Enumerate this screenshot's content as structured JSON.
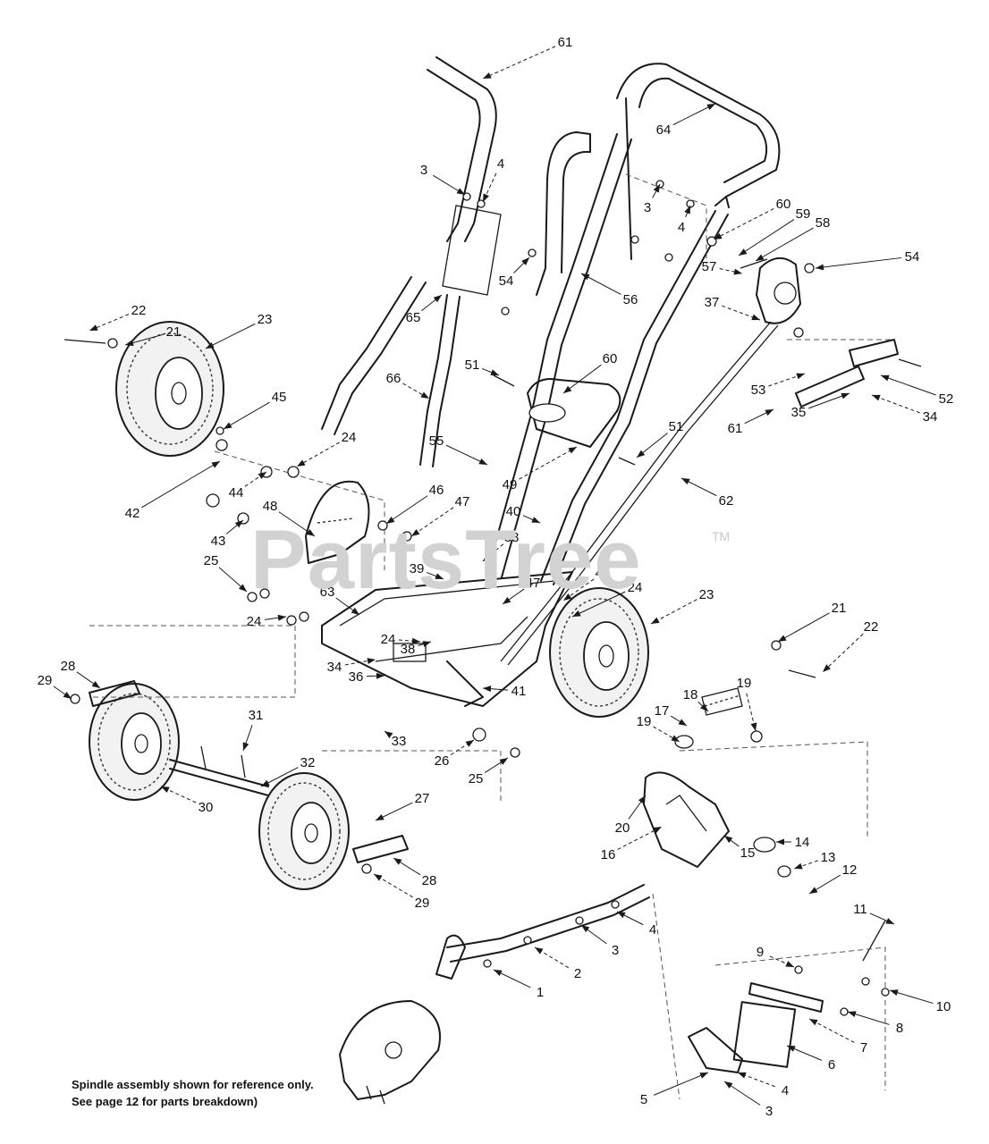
{
  "watermark": {
    "text": "PartsTree",
    "trademark": "TM"
  },
  "note": {
    "line1": "Spindle assembly shown for reference only.",
    "line2": "See page 12 for parts breakdown)"
  },
  "callouts": [
    {
      "id": "61a",
      "text": "61"
    },
    {
      "id": "64",
      "text": "64"
    },
    {
      "id": "3a",
      "text": "3"
    },
    {
      "id": "4a",
      "text": "4"
    },
    {
      "id": "3b",
      "text": "3"
    },
    {
      "id": "4b",
      "text": "4"
    },
    {
      "id": "60a",
      "text": "60"
    },
    {
      "id": "59",
      "text": "59"
    },
    {
      "id": "58",
      "text": "58"
    },
    {
      "id": "57",
      "text": "57"
    },
    {
      "id": "54a",
      "text": "54"
    },
    {
      "id": "54b",
      "text": "54"
    },
    {
      "id": "37",
      "text": "37"
    },
    {
      "id": "56",
      "text": "56"
    },
    {
      "id": "65",
      "text": "65"
    },
    {
      "id": "22a",
      "text": "22"
    },
    {
      "id": "21a",
      "text": "21"
    },
    {
      "id": "23a",
      "text": "23"
    },
    {
      "id": "66",
      "text": "66"
    },
    {
      "id": "51a",
      "text": "51"
    },
    {
      "id": "60b",
      "text": "60"
    },
    {
      "id": "53",
      "text": "53"
    },
    {
      "id": "52",
      "text": "52"
    },
    {
      "id": "35",
      "text": "35"
    },
    {
      "id": "34a",
      "text": "34"
    },
    {
      "id": "61b",
      "text": "61"
    },
    {
      "id": "45",
      "text": "45"
    },
    {
      "id": "24a",
      "text": "24"
    },
    {
      "id": "55",
      "text": "55"
    },
    {
      "id": "51b",
      "text": "51"
    },
    {
      "id": "49",
      "text": "49"
    },
    {
      "id": "62",
      "text": "62"
    },
    {
      "id": "42",
      "text": "42"
    },
    {
      "id": "44",
      "text": "44"
    },
    {
      "id": "46a",
      "text": "46"
    },
    {
      "id": "48",
      "text": "48"
    },
    {
      "id": "47a",
      "text": "47"
    },
    {
      "id": "40",
      "text": "40"
    },
    {
      "id": "43",
      "text": "43"
    },
    {
      "id": "38a",
      "text": "38"
    },
    {
      "id": "25a",
      "text": "25"
    },
    {
      "id": "39",
      "text": "39"
    },
    {
      "id": "46b",
      "text": "46"
    },
    {
      "id": "47b",
      "text": "47"
    },
    {
      "id": "24b",
      "text": "24"
    },
    {
      "id": "23b",
      "text": "23"
    },
    {
      "id": "63",
      "text": "63"
    },
    {
      "id": "24c",
      "text": "24"
    },
    {
      "id": "24d",
      "text": "24"
    },
    {
      "id": "38b",
      "text": "38"
    },
    {
      "id": "21b",
      "text": "21"
    },
    {
      "id": "22b",
      "text": "22"
    },
    {
      "id": "28a",
      "text": "28"
    },
    {
      "id": "29a",
      "text": "29"
    },
    {
      "id": "34b",
      "text": "34"
    },
    {
      "id": "36",
      "text": "36"
    },
    {
      "id": "41",
      "text": "41"
    },
    {
      "id": "19a",
      "text": "19"
    },
    {
      "id": "18",
      "text": "18"
    },
    {
      "id": "17",
      "text": "17"
    },
    {
      "id": "19b",
      "text": "19"
    },
    {
      "id": "31",
      "text": "31"
    },
    {
      "id": "33",
      "text": "33"
    },
    {
      "id": "26",
      "text": "26"
    },
    {
      "id": "32",
      "text": "32"
    },
    {
      "id": "25b",
      "text": "25"
    },
    {
      "id": "30",
      "text": "30"
    },
    {
      "id": "27",
      "text": "27"
    },
    {
      "id": "20",
      "text": "20"
    },
    {
      "id": "16",
      "text": "16"
    },
    {
      "id": "15",
      "text": "15"
    },
    {
      "id": "14",
      "text": "14"
    },
    {
      "id": "13",
      "text": "13"
    },
    {
      "id": "12",
      "text": "12"
    },
    {
      "id": "28b",
      "text": "28"
    },
    {
      "id": "29b",
      "text": "29"
    },
    {
      "id": "4c",
      "text": "4"
    },
    {
      "id": "3c",
      "text": "3"
    },
    {
      "id": "2",
      "text": "2"
    },
    {
      "id": "1",
      "text": "1"
    },
    {
      "id": "11",
      "text": "11"
    },
    {
      "id": "9",
      "text": "9"
    },
    {
      "id": "10",
      "text": "10"
    },
    {
      "id": "8",
      "text": "8"
    },
    {
      "id": "7",
      "text": "7"
    },
    {
      "id": "6",
      "text": "6"
    },
    {
      "id": "5",
      "text": "5"
    },
    {
      "id": "4d",
      "text": "4"
    },
    {
      "id": "3d",
      "text": "3"
    }
  ]
}
